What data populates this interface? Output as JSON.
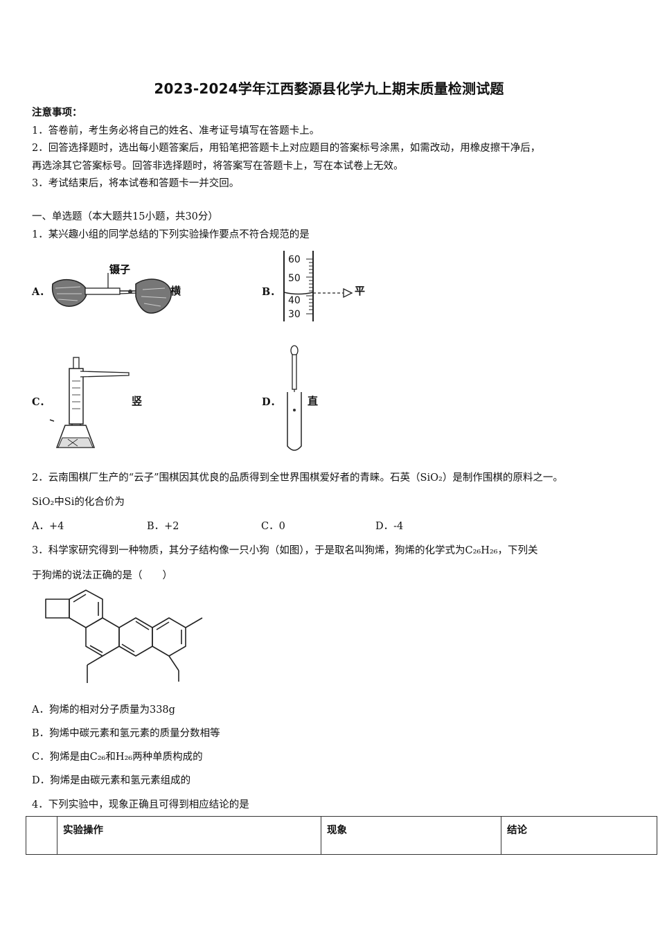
{
  "title": "2023-2024学年江西婺源县化学九上期末质量检测试题",
  "notice": {
    "heading": "注意事项：",
    "items": [
      "1．答卷前，考生务必将自己的姓名、准考证号填写在答题卡上。",
      "2．回答选择题时，选出每小题答案后，用铅笔把答题卡上对应题目的答案标号涂黑，如需改动，用橡皮擦干净后，",
      "再选涂其它答案标号。回答非选择题时，将答案写在答题卡上，写在本试卷上无效。",
      "3．考试结束后，将本试卷和答题卡一并交回。"
    ]
  },
  "section1": "一、单选题（本大题共15小题，共30分）",
  "q1": {
    "stem": "1．某兴趣小组的同学总结的下列实验操作要点不符合规范的是",
    "options": [
      {
        "label": "A．",
        "word": "横",
        "figure_text": "镊子"
      },
      {
        "label": "B．",
        "word": "平",
        "scale": [
          "60",
          "50",
          "40",
          "30"
        ]
      },
      {
        "label": "C．",
        "word": "竖"
      },
      {
        "label": "D．",
        "word": "直"
      }
    ]
  },
  "q2": {
    "stem": "2．云南围棋厂生产的“云子”围棋因其优良的品质得到全世界围棋爱好者的青睐。石英（SiO₂）是制作围棋的原料之一。",
    "stem2": "SiO₂中Si的化合价为",
    "options": [
      "A．+4",
      "B．+2",
      "C．0",
      "D．-4"
    ]
  },
  "q3": {
    "stem": "3．科学家研究得到一种物质，其分子结构像一只小狗（如图），于是取名叫狗烯，狗烯的化学式为C₂₆H₂₆，下列关",
    "stem2": "于狗烯的说法正确的是（　　）",
    "options": [
      "A．狗烯的相对分子质量为338g",
      "B．狗烯中碳元素和氢元素的质量分数相等",
      "C．狗烯是由C₂₆和H₂₆两种单质构成的",
      "D．狗烯是由碳元素和氢元素组成的"
    ]
  },
  "q4": {
    "stem": "4．下列实验中，现象正确且可得到相应结论的是",
    "headers": [
      "",
      "实验操作",
      "现象",
      "结论"
    ]
  }
}
